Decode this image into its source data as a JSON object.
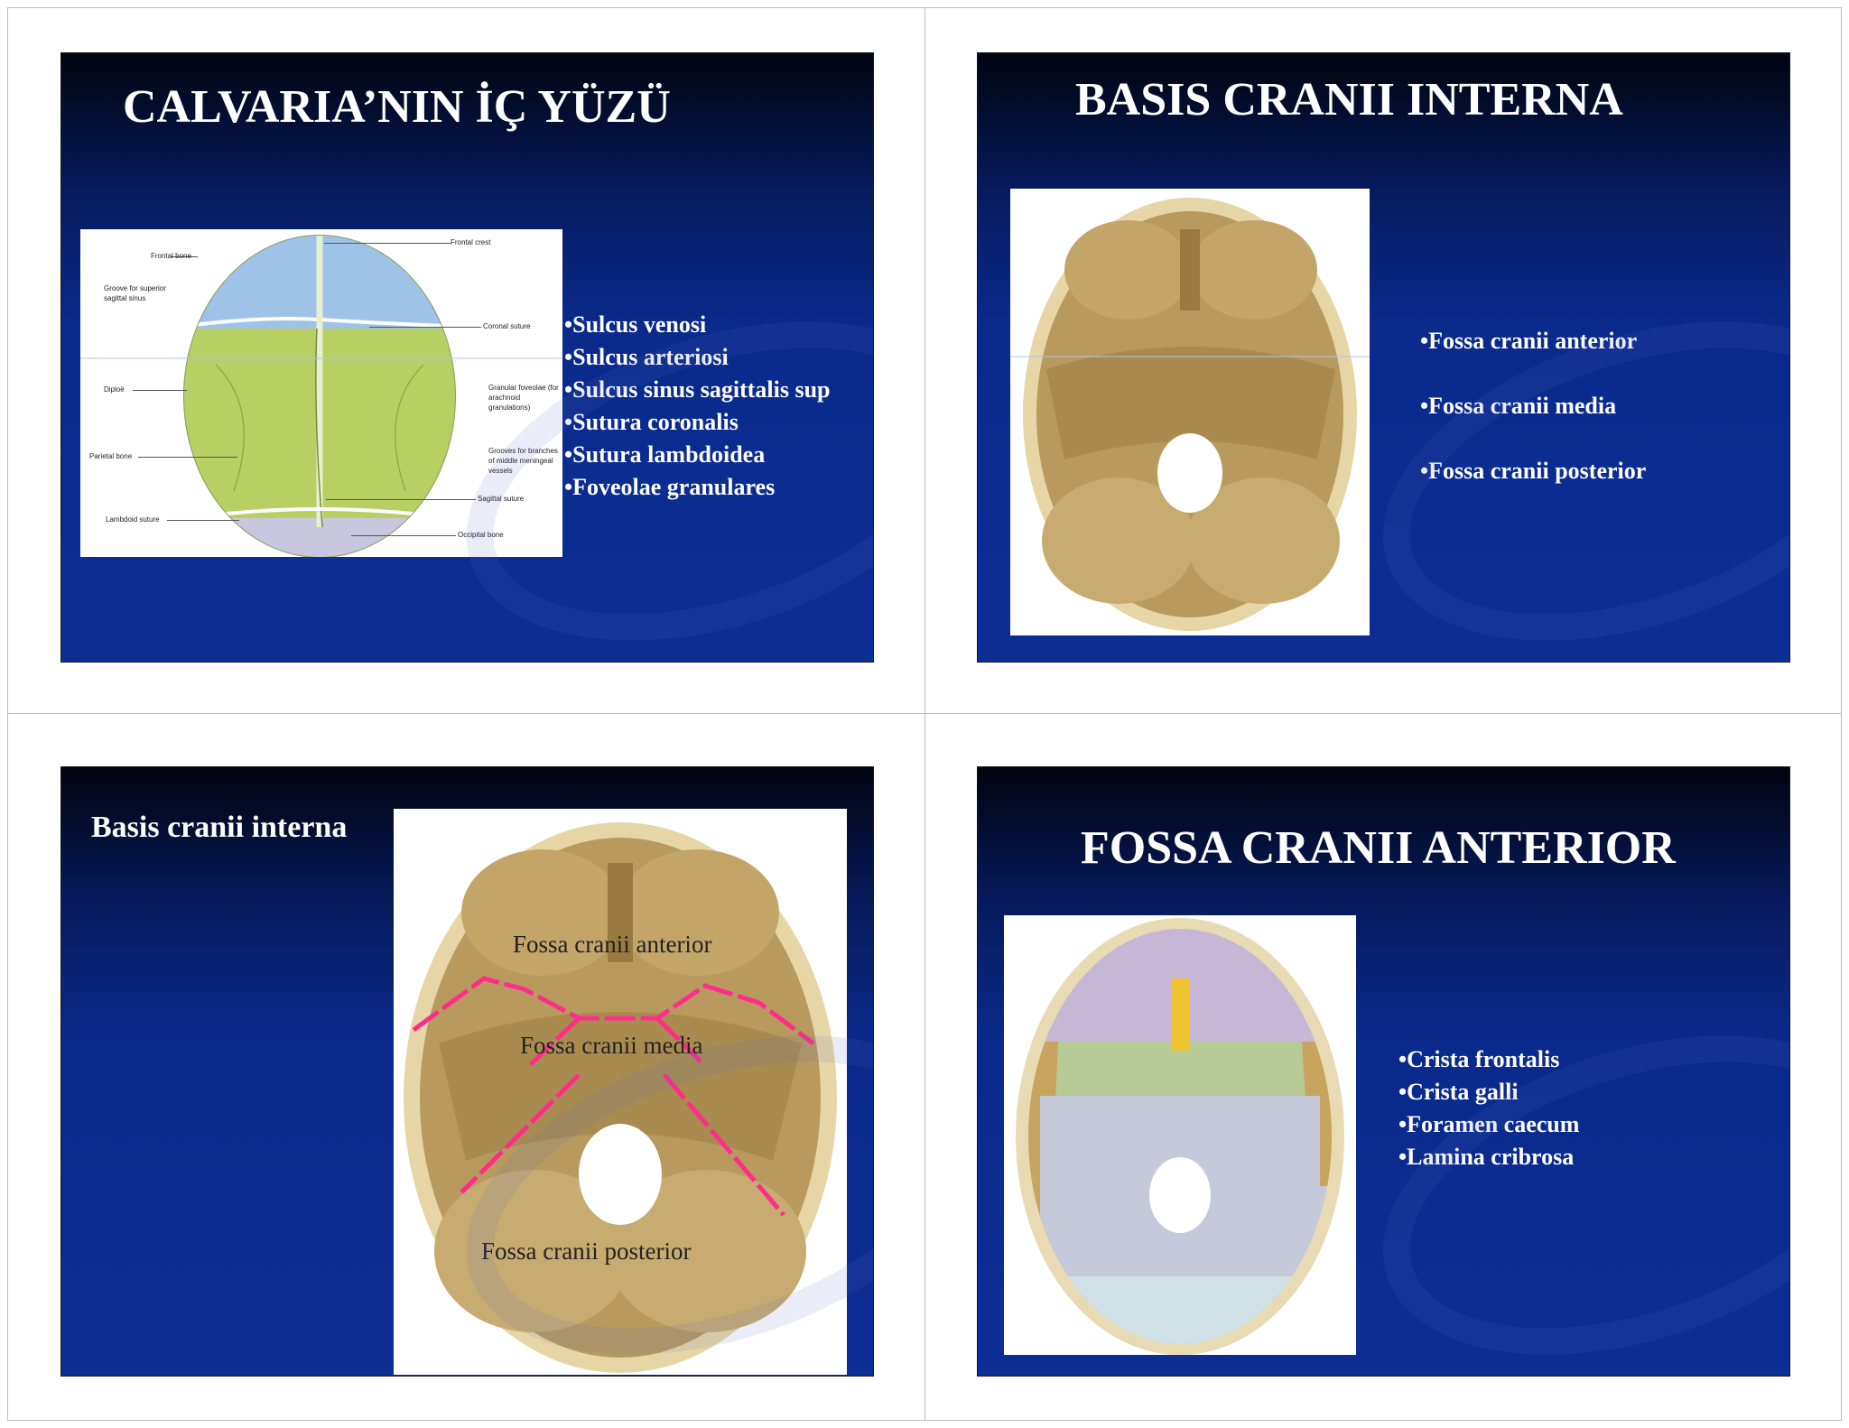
{
  "slides": [
    {
      "title": "CALVARIA’NIN İÇ YÜZÜ",
      "figure_labels": {
        "frontal_bone": "Frontal bone",
        "frontal_crest": "Frontal crest",
        "groove_sagittal": "Groove for superior sagittal sinus",
        "coronal_suture": "Coronal suture",
        "diploe": "Diploë",
        "granular_foveolae": "Granular foveolae (for arachnoid granulations)",
        "parietal_bone": "Parietal bone",
        "grooves_meningeal": "Grooves for branches of middle meningeal vessels",
        "sagittal_suture": "Sagittal suture",
        "lambdoid_suture": "Lambdoid suture",
        "occipital_bone": "Occipital bone"
      },
      "bullets": [
        "•Sulcus venosi",
        "•Sulcus arteriosi",
        "•Sulcus sinus sagittalis sup",
        "•Sutura coronalis",
        "•Sutura lambdoidea",
        "•Foveolae granulares"
      ]
    },
    {
      "title": "BASIS CRANII INTERNA",
      "bullets": [
        "•Fossa cranii anterior",
        "•Fossa cranii media",
        "•Fossa cranii posterior"
      ]
    },
    {
      "title": "Basis cranii interna",
      "figure_labels": {
        "anterior": "Fossa cranii anterior",
        "media": "Fossa cranii media",
        "posterior": "Fossa cranii posterior"
      }
    },
    {
      "title": "FOSSA CRANII ANTERIOR",
      "bullets": [
        "•Crista frontalis",
        "•Crista galli",
        "•Foramen caecum",
        "•Lamina cribrosa"
      ]
    }
  ],
  "colors": {
    "slide_bg": "#0c2e95",
    "bone": "#b89a5e",
    "frontal_blue": "#9fc3e8",
    "parietal_green": "#b8cf63",
    "divider_pink": "#ff2d8a"
  }
}
